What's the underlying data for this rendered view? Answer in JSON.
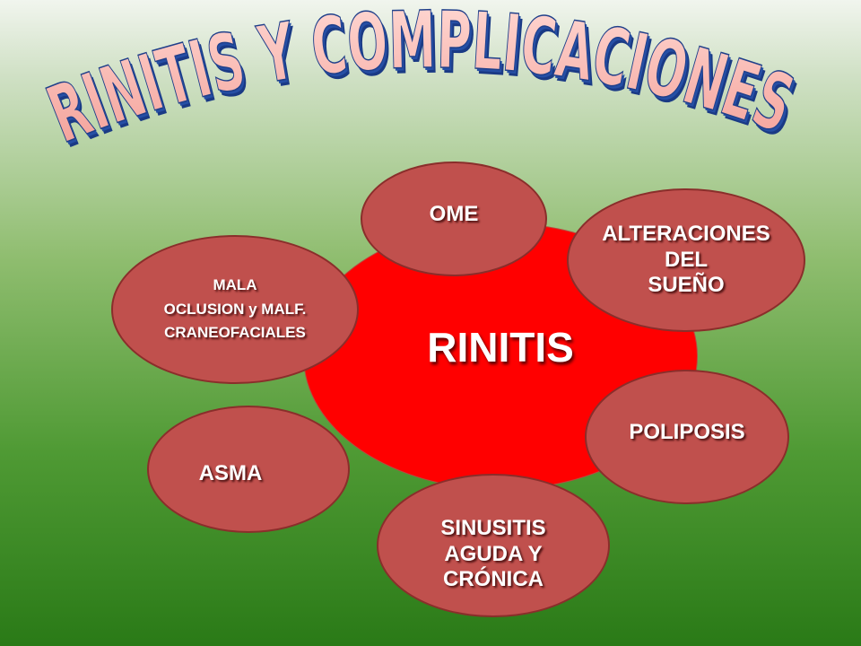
{
  "title": "RINITIS  Y COMPLICACIONES",
  "colors": {
    "center_fill": "#ff0000",
    "satellite_fill": "#c0504d",
    "title_fill": "#f6b6b0",
    "title_edge": "#1f3f8a"
  },
  "center": {
    "label": "RINITIS"
  },
  "satellites": [
    {
      "id": "ome",
      "lines": [
        "OME"
      ]
    },
    {
      "id": "sleep",
      "lines": [
        "ALTERACIONES",
        "DEL",
        "SUEÑO"
      ]
    },
    {
      "id": "malocclusion",
      "lines": [
        "MALA",
        "OCLUSION y MALF.",
        "CRANEOFACIALES"
      ]
    },
    {
      "id": "polyposis",
      "lines": [
        "POLIPOSIS"
      ]
    },
    {
      "id": "asthma",
      "lines": [
        "ASMA"
      ]
    },
    {
      "id": "sinusitis",
      "lines": [
        "SINUSITIS",
        "AGUDA Y",
        "CRÓNICA"
      ]
    }
  ]
}
